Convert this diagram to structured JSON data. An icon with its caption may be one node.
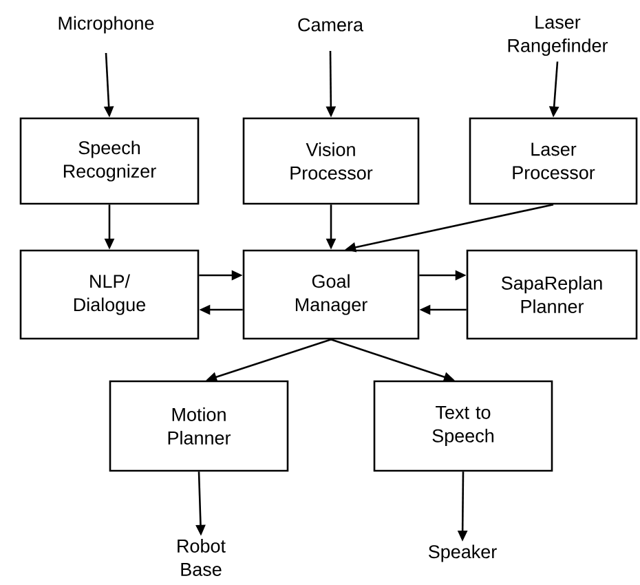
{
  "diagram": {
    "nodes": [
      {
        "text": [
          "Microphone"
        ]
      },
      {
        "text": [
          "Camera"
        ]
      },
      {
        "text": [
          "Laser Rangefinder"
        ]
      },
      {
        "text": [
          "Speech Recognizer"
        ]
      },
      {
        "text": [
          "Vision Processor"
        ]
      },
      {
        "text": [
          "Laser Processor"
        ]
      },
      {
        "text": [
          "NLP/ Dialogue"
        ]
      },
      {
        "text": [
          "Goal Manager"
        ]
      },
      {
        "text": [
          "SapaReplan Planner"
        ]
      },
      {
        "text": [
          "Motion Planner"
        ]
      },
      {
        "text": [
          "Text to Speech"
        ]
      },
      {
        "text": [
          "Robot Base"
        ]
      },
      {
        "text": [
          "Speaker"
        ]
      }
    ],
    "edges": [
      {
        "from": 0,
        "to": 3,
        "arrow": "to"
      },
      {
        "from": 1,
        "to": 4,
        "arrow": "to"
      },
      {
        "from": 2,
        "to": 5,
        "arrow": "to"
      },
      {
        "from": 3,
        "to": 6,
        "arrow": "to"
      },
      {
        "from": 4,
        "to": 7,
        "arrow": "to"
      },
      {
        "from": 5,
        "to": 7,
        "arrow": "to"
      },
      {
        "from": 6,
        "to": 7,
        "arrow": "to"
      },
      {
        "from": 7,
        "to": 6,
        "arrow": "to"
      },
      {
        "from": 7,
        "to": 8,
        "arrow": "to"
      },
      {
        "from": 8,
        "to": 7,
        "arrow": "to"
      },
      {
        "from": 7,
        "to": 9,
        "arrow": "to"
      },
      {
        "from": 7,
        "to": 10,
        "arrow": "to"
      },
      {
        "from": 9,
        "to": 11,
        "arrow": "to"
      },
      {
        "from": 10,
        "to": 12,
        "arrow": "to"
      }
    ]
  }
}
